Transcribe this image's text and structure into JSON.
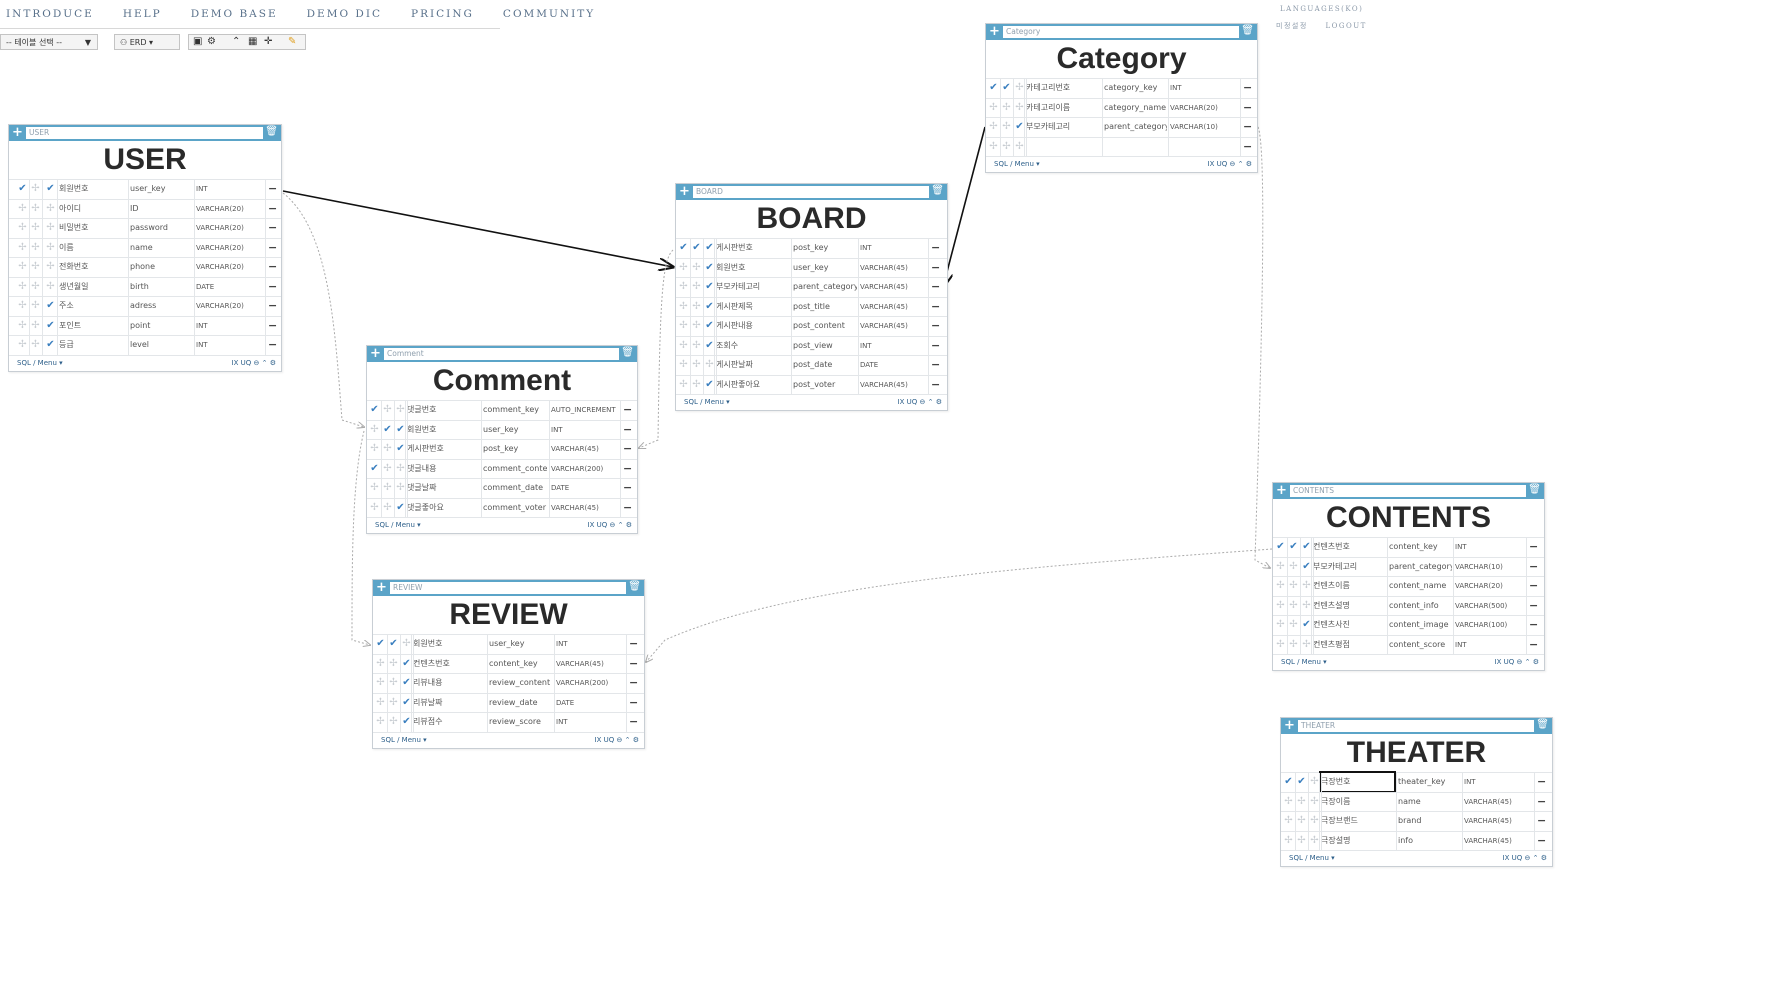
{
  "nav": [
    "INTRODUCE",
    "HELP",
    "DEMO BASE",
    "DEMO DIC",
    "PRICING",
    "COMMUNITY"
  ],
  "top_right": {
    "languages": "LANGUAGES(KO)",
    "user": "미정설정",
    "logout": "LOGOUT"
  },
  "toolbar": {
    "table_select": "-- 테이블 선택 --",
    "erd": "ERD"
  },
  "footer": {
    "menu": "SQL / Menu",
    "tools": "IX UQ"
  },
  "tables": [
    {
      "id": "user",
      "badge": "USER",
      "title": "USER",
      "rows": [
        {
          "pk": true,
          "fk": false,
          "nn": true,
          "name": "회원번호",
          "field": "user_key",
          "type": "INT"
        },
        {
          "pk": false,
          "fk": false,
          "nn": false,
          "name": "아이디",
          "field": "ID",
          "type": "VARCHAR(20)"
        },
        {
          "pk": false,
          "fk": false,
          "nn": false,
          "name": "비밀번호",
          "field": "password",
          "type": "VARCHAR(20)"
        },
        {
          "pk": false,
          "fk": false,
          "nn": false,
          "name": "이름",
          "field": "name",
          "type": "VARCHAR(20)"
        },
        {
          "pk": false,
          "fk": false,
          "nn": false,
          "name": "전화번호",
          "field": "phone",
          "type": "VARCHAR(20)"
        },
        {
          "pk": false,
          "fk": false,
          "nn": false,
          "name": "생년월일",
          "field": "birth",
          "type": "DATE"
        },
        {
          "pk": false,
          "fk": false,
          "nn": true,
          "name": "주소",
          "field": "adress",
          "type": "VARCHAR(20)"
        },
        {
          "pk": false,
          "fk": false,
          "nn": true,
          "name": "포인트",
          "field": "point",
          "type": "INT"
        },
        {
          "pk": false,
          "fk": false,
          "nn": true,
          "name": "등급",
          "field": "level",
          "type": "INT"
        }
      ]
    },
    {
      "id": "board",
      "badge": "BOARD",
      "title": "BOARD",
      "rows": [
        {
          "pk": true,
          "fk": true,
          "nn": true,
          "name": "게시판번호",
          "field": "post_key",
          "type": "INT"
        },
        {
          "pk": false,
          "fk": false,
          "nn": true,
          "name": "회원번호",
          "field": "user_key",
          "type": "VARCHAR(45)"
        },
        {
          "pk": false,
          "fk": false,
          "nn": true,
          "name": "부모카테고리",
          "field": "parent_category",
          "type": "VARCHAR(45)"
        },
        {
          "pk": false,
          "fk": false,
          "nn": true,
          "name": "게시판제목",
          "field": "post_title",
          "type": "VARCHAR(45)"
        },
        {
          "pk": false,
          "fk": false,
          "nn": true,
          "name": "게시판내용",
          "field": "post_content",
          "type": "VARCHAR(45)"
        },
        {
          "pk": false,
          "fk": false,
          "nn": true,
          "name": "조회수",
          "field": "post_view",
          "type": "INT"
        },
        {
          "pk": false,
          "fk": false,
          "nn": false,
          "name": "게시판날짜",
          "field": "post_date",
          "type": "DATE"
        },
        {
          "pk": false,
          "fk": false,
          "nn": true,
          "name": "게시판좋아요",
          "field": "post_voter",
          "type": "VARCHAR(45)"
        }
      ]
    },
    {
      "id": "category",
      "badge": "Category",
      "title": "Category",
      "rows": [
        {
          "pk": true,
          "fk": true,
          "nn": false,
          "name": "카테고리번호",
          "field": "category_key",
          "type": "INT"
        },
        {
          "pk": false,
          "fk": false,
          "nn": false,
          "name": "카테고리이름",
          "field": "category_name",
          "type": "VARCHAR(20)"
        },
        {
          "pk": false,
          "fk": false,
          "nn": true,
          "name": "부모카테고리",
          "field": "parent_category",
          "type": "VARCHAR(10)"
        },
        {
          "pk": false,
          "fk": false,
          "nn": false,
          "name": "",
          "field": "",
          "type": ""
        }
      ]
    },
    {
      "id": "comment",
      "badge": "Comment",
      "title": "Comment",
      "rows": [
        {
          "pk": true,
          "fk": false,
          "nn": false,
          "name": "댓글번호",
          "field": "comment_key",
          "type": "AUTO_INCREMENT"
        },
        {
          "pk": false,
          "fk": true,
          "nn": true,
          "name": "회원번호",
          "field": "user_key",
          "type": "INT"
        },
        {
          "pk": false,
          "fk": false,
          "nn": true,
          "name": "게시판번호",
          "field": "post_key",
          "type": "VARCHAR(45)"
        },
        {
          "pk": true,
          "fk": false,
          "nn": false,
          "name": "댓글내용",
          "field": "comment_content",
          "type": "VARCHAR(200)"
        },
        {
          "pk": false,
          "fk": false,
          "nn": false,
          "name": "댓글날짜",
          "field": "comment_date",
          "type": "DATE"
        },
        {
          "pk": false,
          "fk": false,
          "nn": true,
          "name": "댓글좋아요",
          "field": "comment_voter",
          "type": "VARCHAR(45)"
        }
      ]
    },
    {
      "id": "review",
      "badge": "REVIEW",
      "title": "REVIEW",
      "rows": [
        {
          "pk": true,
          "fk": true,
          "nn": false,
          "name": "회원번호",
          "field": "user_key",
          "type": "INT"
        },
        {
          "pk": false,
          "fk": false,
          "nn": true,
          "name": "컨텐츠번호",
          "field": "content_key",
          "type": "VARCHAR(45)"
        },
        {
          "pk": false,
          "fk": false,
          "nn": true,
          "name": "리뷰내용",
          "field": "review_content",
          "type": "VARCHAR(200)"
        },
        {
          "pk": false,
          "fk": false,
          "nn": true,
          "name": "리뷰날짜",
          "field": "review_date",
          "type": "DATE"
        },
        {
          "pk": false,
          "fk": false,
          "nn": true,
          "name": "리뷰점수",
          "field": "review_score",
          "type": "INT"
        }
      ]
    },
    {
      "id": "contents",
      "badge": "CONTENTS",
      "title": "CONTENTS",
      "rows": [
        {
          "pk": true,
          "fk": true,
          "nn": true,
          "name": "컨텐츠번호",
          "field": "content_key",
          "type": "INT"
        },
        {
          "pk": false,
          "fk": false,
          "nn": true,
          "name": "부모카테고리",
          "field": "parent_category",
          "type": "VARCHAR(10)"
        },
        {
          "pk": false,
          "fk": false,
          "nn": false,
          "name": "컨텐츠이름",
          "field": "content_name",
          "type": "VARCHAR(20)"
        },
        {
          "pk": false,
          "fk": false,
          "nn": false,
          "name": "컨텐츠설명",
          "field": "content_info",
          "type": "VARCHAR(500)"
        },
        {
          "pk": false,
          "fk": false,
          "nn": true,
          "name": "컨텐츠사진",
          "field": "content_image",
          "type": "VARCHAR(100)"
        },
        {
          "pk": false,
          "fk": false,
          "nn": false,
          "name": "컨텐츠평점",
          "field": "content_score",
          "type": "INT"
        }
      ]
    },
    {
      "id": "theater",
      "badge": "THEATER",
      "title": "THEATER",
      "rows": [
        {
          "pk": true,
          "fk": true,
          "nn": false,
          "name": "극장번호",
          "field": "theater_key",
          "type": "INT",
          "selected": true
        },
        {
          "pk": false,
          "fk": false,
          "nn": false,
          "name": "극장이름",
          "field": "name",
          "type": "VARCHAR(45)"
        },
        {
          "pk": false,
          "fk": false,
          "nn": false,
          "name": "극장브랜드",
          "field": "brand",
          "type": "VARCHAR(45)"
        },
        {
          "pk": false,
          "fk": false,
          "nn": false,
          "name": "극장설명",
          "field": "info",
          "type": "VARCHAR(45)"
        }
      ]
    }
  ],
  "colors": {
    "header": "#5ba4c8",
    "check": "#3a7fbf",
    "link": "#2d5f8a"
  }
}
